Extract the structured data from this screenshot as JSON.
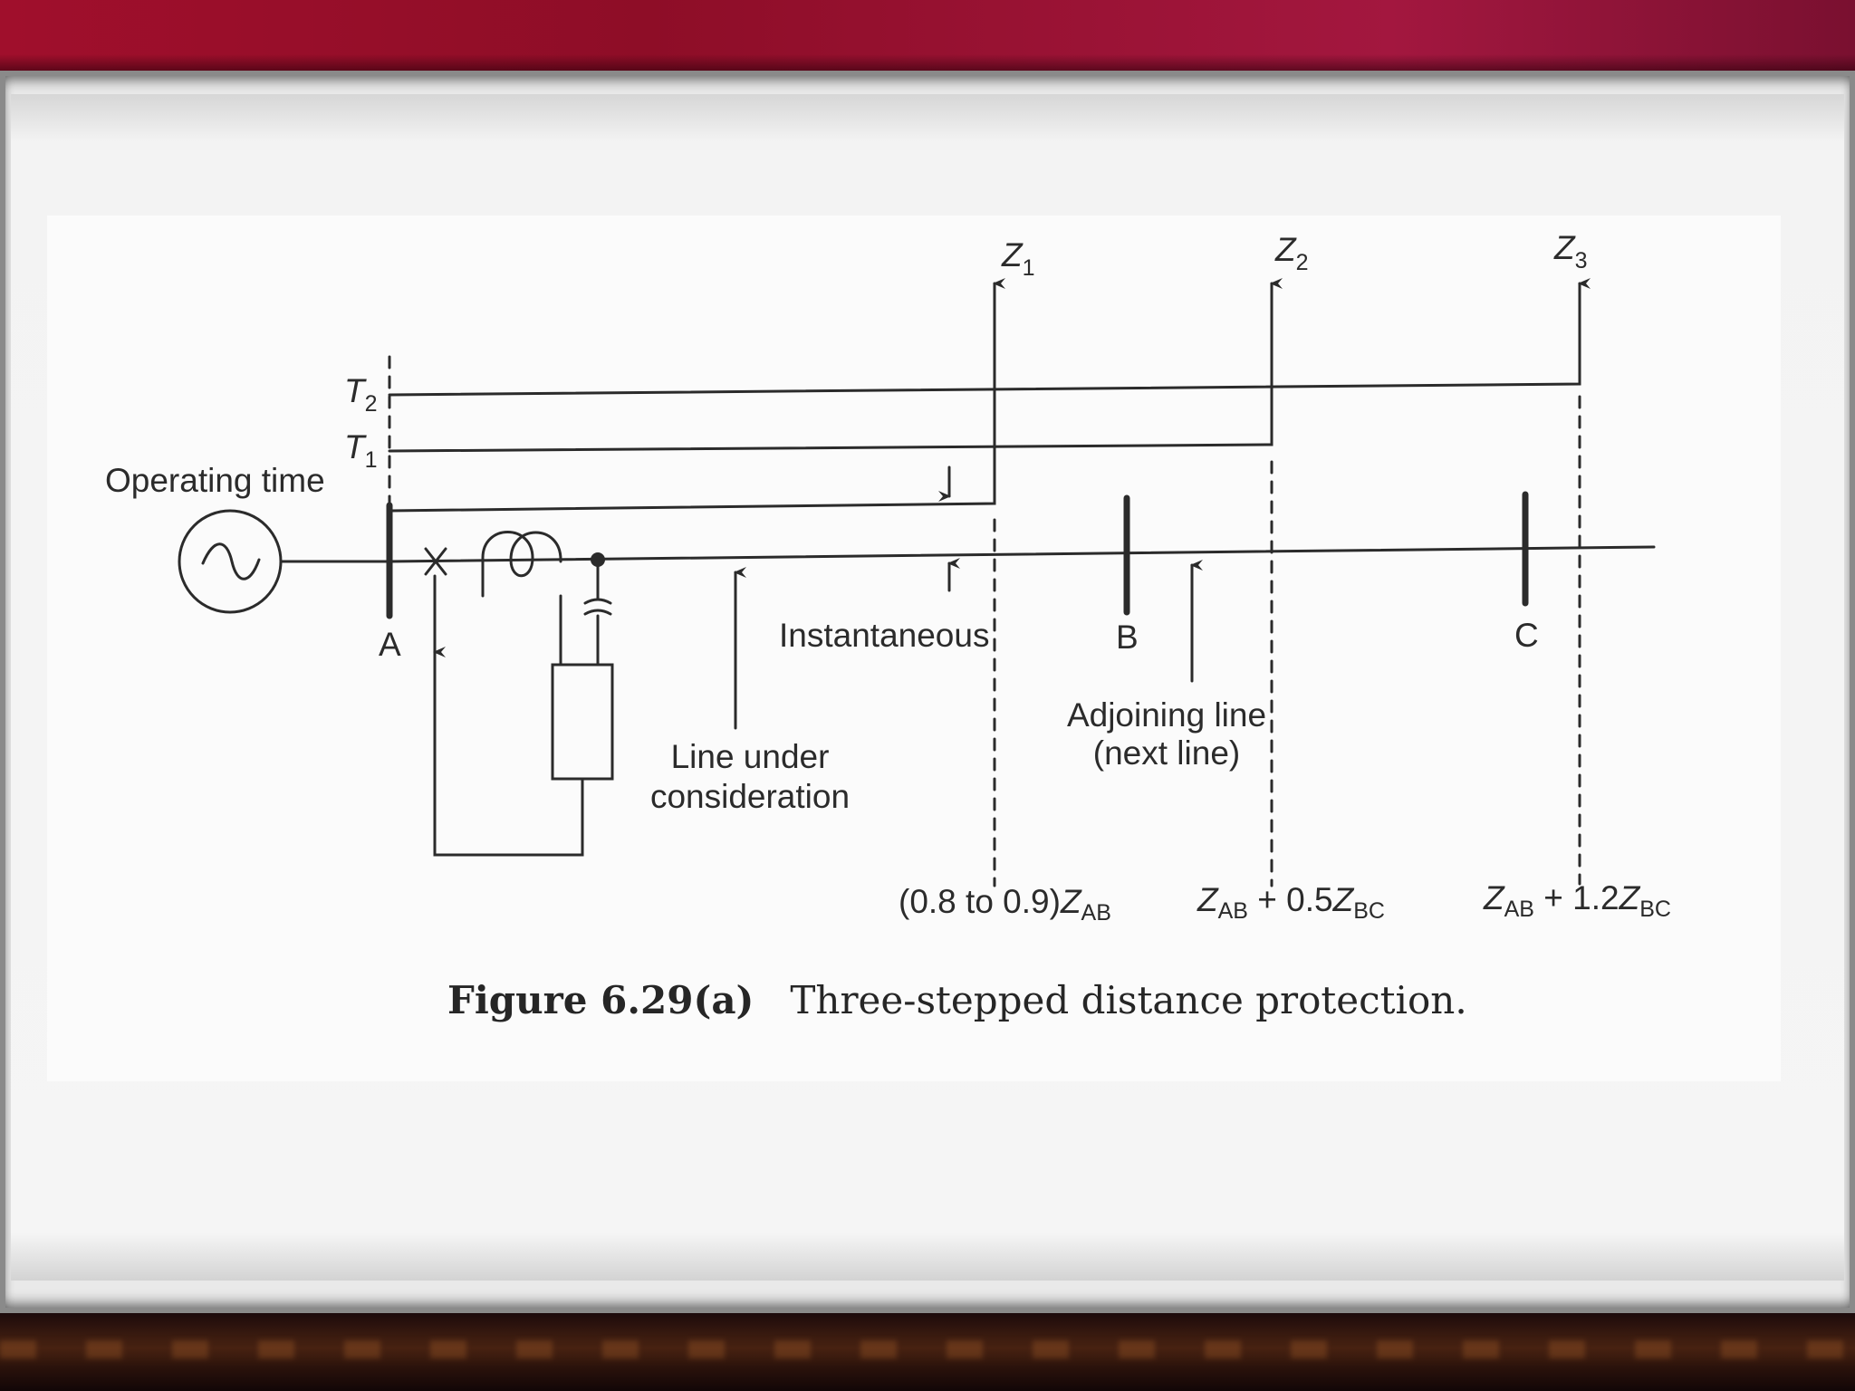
{
  "labels": {
    "operating_time": "Operating time",
    "t2": "T",
    "t2_sub": "2",
    "t1": "T",
    "t1_sub": "1",
    "z1": "Z",
    "z1_sub": "1",
    "z2": "Z",
    "z2_sub": "2",
    "z3": "Z",
    "z3_sub": "3",
    "bus_a": "A",
    "bus_b": "B",
    "bus_c": "C",
    "instantaneous": "Instantaneous",
    "line_under_1": "Line under",
    "line_under_2": "consideration",
    "adjoining_1": "Adjoining line",
    "adjoining_2": "(next line)",
    "reach1_prefix": "(0.8 to 0.9)",
    "reach1_z": "Z",
    "reach1_sub": "AB",
    "reach2_z1": "Z",
    "reach2_sub1": "AB",
    "reach2_mid": " + 0.5",
    "reach2_z2": "Z",
    "reach2_sub2": "BC",
    "reach3_z1": "Z",
    "reach3_sub1": "AB",
    "reach3_mid": " + 1.2",
    "reach3_z2": "Z",
    "reach3_sub2": "BC"
  },
  "caption": {
    "figure": "Figure 6.29(a)",
    "text": "Three-stepped distance protection."
  },
  "colors": {
    "ink": "#2b2b2b",
    "paper": "#fbfbfb",
    "top_band": "#a00f2c"
  }
}
